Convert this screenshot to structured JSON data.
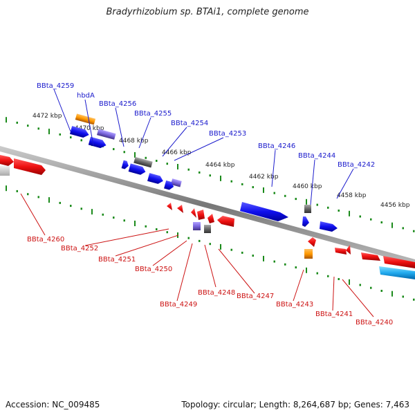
{
  "title": "Bradyrhizobium sp. BTAi1, complete genome",
  "accession": "Accession: NC_009485",
  "summary": "Topology: circular; Length: 8,264,687 bp; Genes: 7,463",
  "colors": {
    "forward_label": "#1a1acc",
    "reverse_label": "#cc1111",
    "tick": "#1a8a1a",
    "backbone": "#888888"
  },
  "kbp_labels": [
    "4472 kbp",
    "4470 kbp",
    "4468 kbp",
    "4466 kbp",
    "4464 kbp",
    "4462 kbp",
    "4460 kbp",
    "4458 kbp",
    "4456 kbp"
  ],
  "forward_genes": [
    "BBta_4259",
    "hbdA",
    "BBta_4256",
    "BBta_4255",
    "BBta_4254",
    "BBta_4253",
    "BBta_4246",
    "BBta_4244",
    "BBta_4242"
  ],
  "reverse_genes": [
    "BBta_4260",
    "BBta_4252",
    "BBta_4251",
    "BBta_4250",
    "BBta_4249",
    "BBta_4248",
    "BBta_4247",
    "BBta_4243",
    "BBta_4241",
    "BBta_4240"
  ]
}
